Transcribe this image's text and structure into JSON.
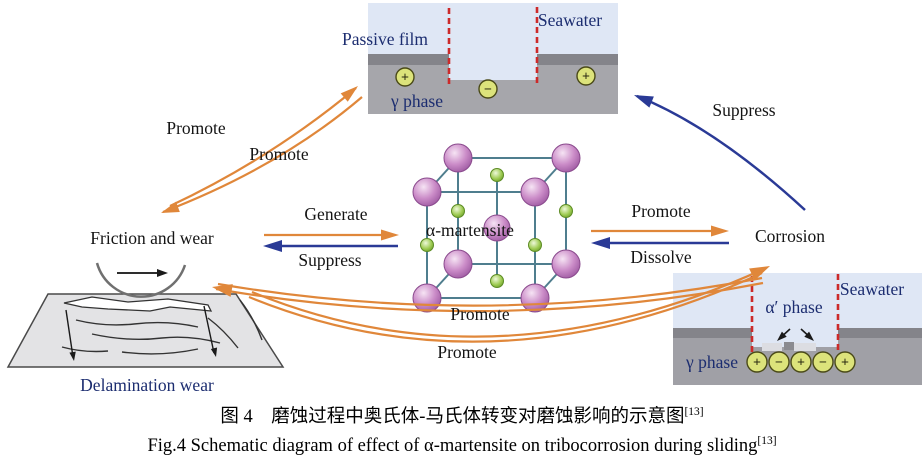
{
  "figure": {
    "caption_cn": "图 4　磨蚀过程中奥氏体-马氏体转变对磨蚀影响的示意图",
    "caption_cn_ref": "[13]",
    "caption_en": "Fig.4 Schematic diagram of effect of α-martensite on tribocorrosion during sliding",
    "caption_en_ref": "[13]"
  },
  "nodes": {
    "friction_wear": "Friction and wear",
    "corrosion": "Corrosion",
    "martensite": "α-martensite",
    "delamination_wear": "Delamination wear"
  },
  "passive_film_panel": {
    "passive_film": "Passive film",
    "seawater": "Seawater",
    "gamma_phase": "γ phase",
    "charges": [
      "+",
      "−",
      "+"
    ]
  },
  "corrosion_panel": {
    "seawater": "Seawater",
    "alpha_prime_phase": "α′ phase",
    "gamma_phase": "γ phase",
    "charges": [
      "+",
      "−",
      "+",
      "−",
      "+"
    ]
  },
  "arrows": {
    "promote_wear_to_film": "Promote",
    "promote_film_to_wear": "Promote",
    "suppress_corrosion_to_film": "Suppress",
    "generate": "Generate",
    "suppress_martensite_to_wear": "Suppress",
    "promote_martensite_to_corrosion": "Promote",
    "dissolve": "Dissolve",
    "promote_corrosion_to_wear": "Promote",
    "promote_wear_to_corrosion": "Promote"
  },
  "colors": {
    "orange_arrow": "#E0873A",
    "blue_arrow": "#2A3A96",
    "navy_text": "#1C2D70",
    "seawater_fill": "#DFE7F5",
    "gamma_fill": "#A6A6AB",
    "passive_film_fill": "#84848A",
    "charge_fill": "#DCE37B",
    "red_dashed": "#CC2A2A",
    "martensite_sphere": "#C98EC6",
    "interstitial_sphere": "#9CCF49"
  }
}
